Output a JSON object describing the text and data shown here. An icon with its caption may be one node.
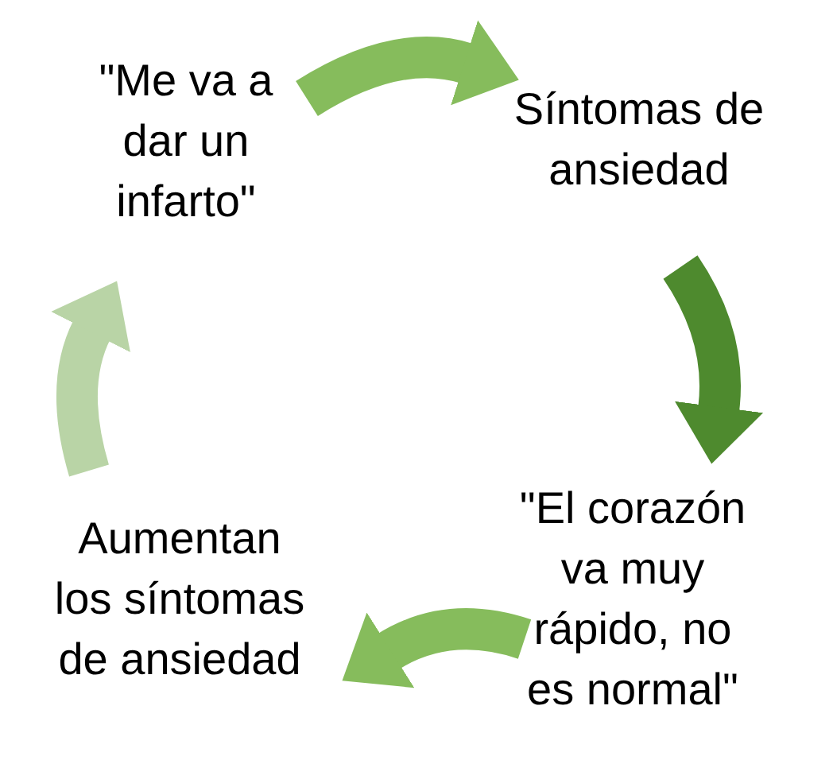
{
  "diagram": {
    "nodes": [
      {
        "text": [
          "\"Me va a dar un infarto\""
        ]
      },
      {
        "text": [
          "Síntomas de ansiedad"
        ]
      },
      {
        "text": [
          "\"El corazón va muy rápido, no es normal\""
        ]
      },
      {
        "text": [
          "Aumentan los síntomas de ansiedad"
        ]
      }
    ],
    "edges": [
      {
        "from": 0,
        "to": 1,
        "arrow": "to"
      },
      {
        "from": 1,
        "to": 2,
        "arrow": "to",
        "color": "#4e8a2e"
      },
      {
        "from": 2,
        "to": 3,
        "arrow": "to"
      },
      {
        "from": 3,
        "to": 0,
        "arrow": "to",
        "color": "#b9d4a6"
      }
    ]
  }
}
